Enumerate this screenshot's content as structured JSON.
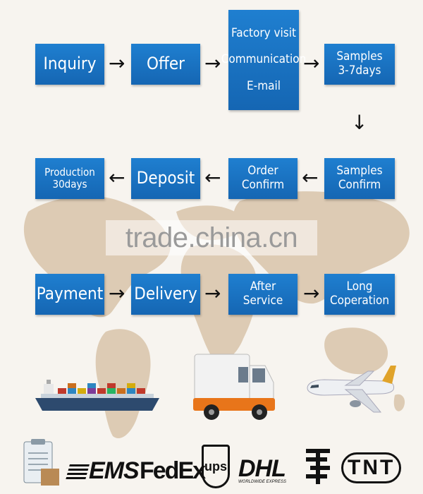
{
  "steps": {
    "inquiry": "Inquiry",
    "offer": "Offer",
    "comm": [
      "Factory visit",
      "Communication",
      "E-mail"
    ],
    "samples": [
      "Samples",
      "3-7days"
    ],
    "samples_confirm": [
      "Samples",
      "Confirm"
    ],
    "order_confirm": [
      "Order",
      "Confirm"
    ],
    "deposit": "Deposit",
    "production": [
      "Production",
      "30days"
    ],
    "payment": "Payment",
    "delivery": "Delivery",
    "after_service": [
      "After",
      "Service"
    ],
    "long_cooperation": [
      "Long",
      "Coperation"
    ]
  },
  "arrows": {
    "right": "→",
    "left": "←",
    "down": "↓"
  },
  "watermark": "trade.china.cn",
  "logos": {
    "ems": "EMS",
    "fedex": "FedEx",
    "ups": "ups",
    "dhl": "DHL",
    "dhl_sub": "WORLDWIDE EXPRESS",
    "tnt": "TNT"
  },
  "colors": {
    "box": "#1a72c2",
    "map": "#d9c7b0",
    "background": "#f7f4ef"
  }
}
